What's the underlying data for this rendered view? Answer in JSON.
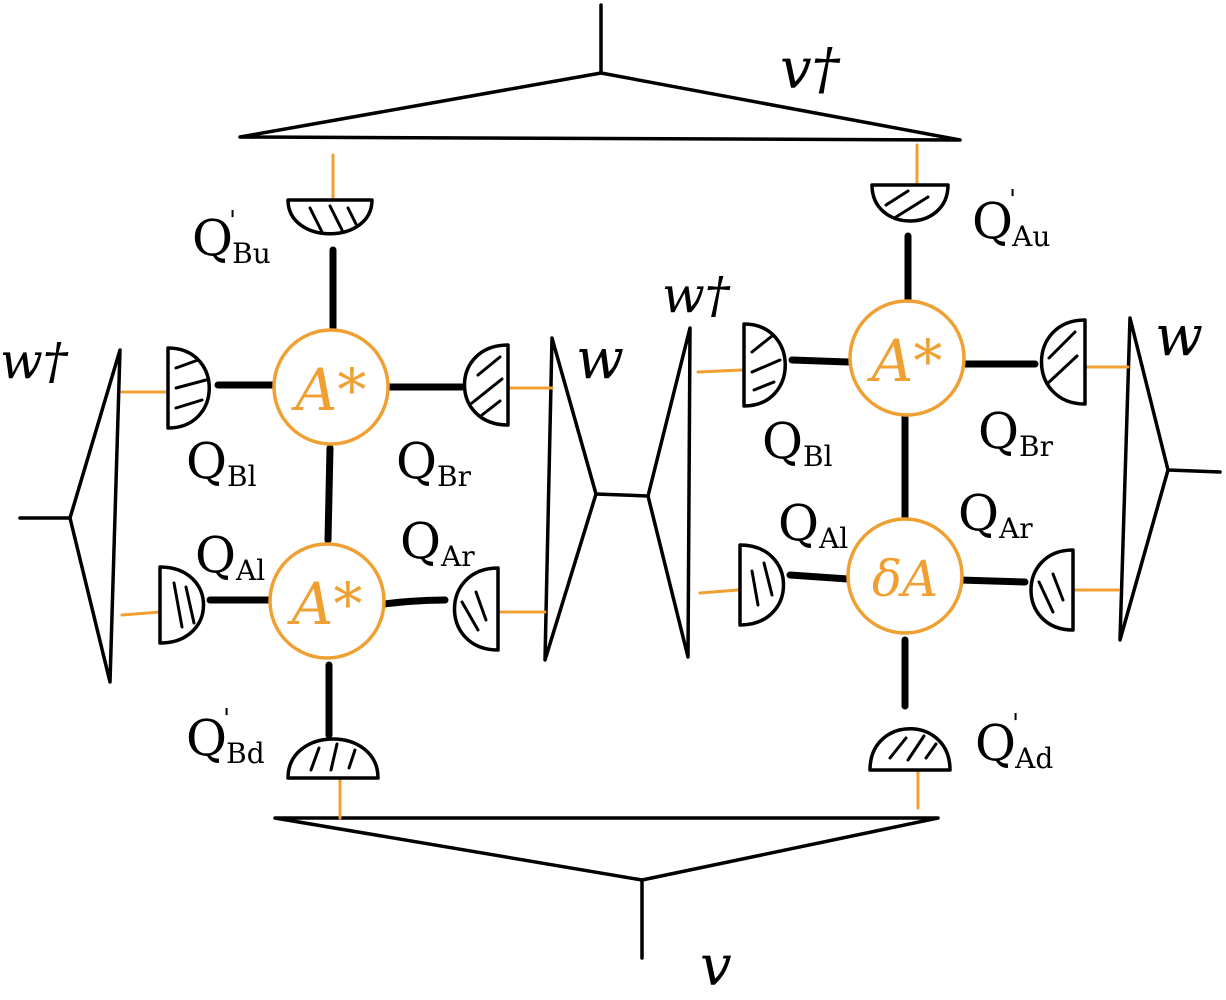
{
  "colors": {
    "ink": "#000000",
    "accent": "#f0a032",
    "background": "#ffffff"
  },
  "isometries": {
    "v_dagger": "v†",
    "v": "v",
    "w_dagger_left": "w†",
    "w_left": "w",
    "w_dagger_right": "w†",
    "w_right": "w"
  },
  "tensors": {
    "left_top": "A*",
    "left_bottom": "A*",
    "right_top": "A*",
    "right_bottom": "δA"
  },
  "projectors": {
    "left": {
      "up": {
        "base": "Q",
        "sup": "'",
        "sub": "Bu"
      },
      "tl": {
        "base": "Q",
        "sub": "Bl"
      },
      "tr": {
        "base": "Q",
        "sub": "Br"
      },
      "bl": {
        "base": "Q",
        "sub": "Al"
      },
      "br": {
        "base": "Q",
        "sub": "Ar"
      },
      "down": {
        "base": "Q",
        "sup": "'",
        "sub": "Bd"
      }
    },
    "right": {
      "up": {
        "base": "Q",
        "sup": "'",
        "sub": "Au"
      },
      "tl": {
        "base": "Q",
        "sub": "Bl"
      },
      "tr": {
        "base": "Q",
        "sub": "Br"
      },
      "bl": {
        "base": "Q",
        "sub": "Al"
      },
      "br": {
        "base": "Q",
        "sub": "Ar"
      },
      "down": {
        "base": "Q",
        "sup": "'",
        "sub": "Ad"
      }
    }
  }
}
